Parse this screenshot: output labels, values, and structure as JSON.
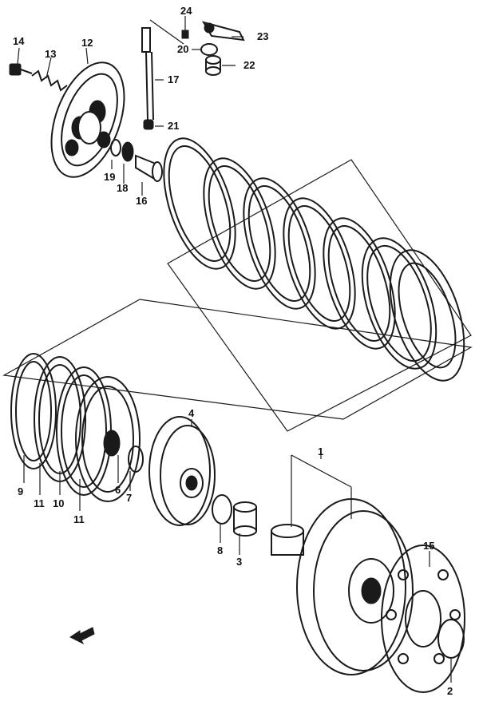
{
  "parts": [
    {
      "id": "p1",
      "label": "1"
    },
    {
      "id": "p2",
      "label": "2"
    },
    {
      "id": "p3",
      "label": "3"
    },
    {
      "id": "p4",
      "label": "4"
    },
    {
      "id": "p6",
      "label": "6"
    },
    {
      "id": "p7",
      "label": "7"
    },
    {
      "id": "p8",
      "label": "8"
    },
    {
      "id": "p9",
      "label": "9"
    },
    {
      "id": "p10",
      "label": "10"
    },
    {
      "id": "p11a",
      "label": "11"
    },
    {
      "id": "p11b",
      "label": "11"
    },
    {
      "id": "p12",
      "label": "12"
    },
    {
      "id": "p13",
      "label": "13"
    },
    {
      "id": "p14",
      "label": "14"
    },
    {
      "id": "p15",
      "label": "15"
    },
    {
      "id": "p16",
      "label": "16"
    },
    {
      "id": "p17",
      "label": "17"
    },
    {
      "id": "p18",
      "label": "18"
    },
    {
      "id": "p19",
      "label": "19"
    },
    {
      "id": "p20",
      "label": "20"
    },
    {
      "id": "p21",
      "label": "21"
    },
    {
      "id": "p22",
      "label": "22"
    },
    {
      "id": "p23",
      "label": "23"
    },
    {
      "id": "p24",
      "label": "24"
    }
  ],
  "colors": {
    "ink": "#1a1a1a",
    "paper": "#ffffff"
  }
}
